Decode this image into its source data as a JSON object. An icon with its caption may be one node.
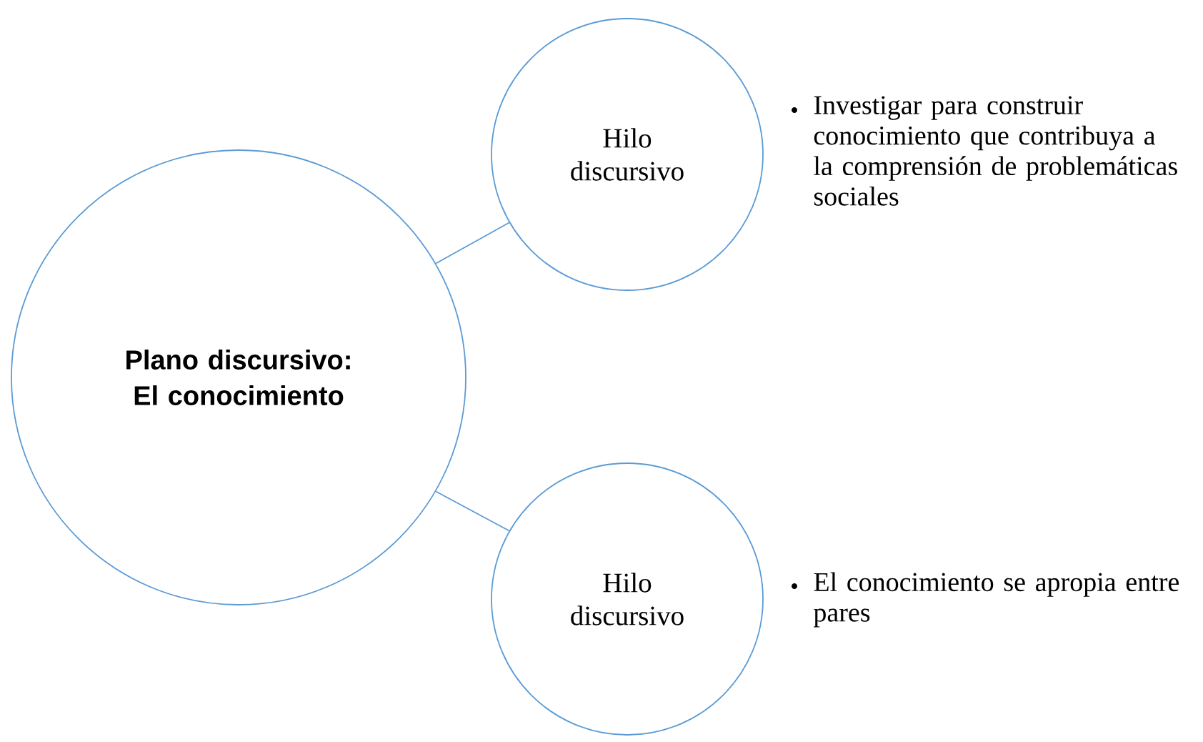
{
  "diagram": {
    "nodes": [
      {
        "text": [
          "Plano discursivo: El conocimiento"
        ]
      },
      {
        "text": [
          "Hilo discursivo"
        ],
        "beside": [
          "Investigar para construir conocimiento que contribuya a la comprensión de problemáticas sociales"
        ]
      },
      {
        "text": [
          "Hilo discursivo"
        ],
        "beside": [
          "El conocimiento se apropia entre pares"
        ]
      }
    ],
    "edges": [
      {
        "from": 0,
        "to": 1,
        "arrow": "none"
      },
      {
        "from": 0,
        "to": 2,
        "arrow": "none"
      }
    ]
  }
}
